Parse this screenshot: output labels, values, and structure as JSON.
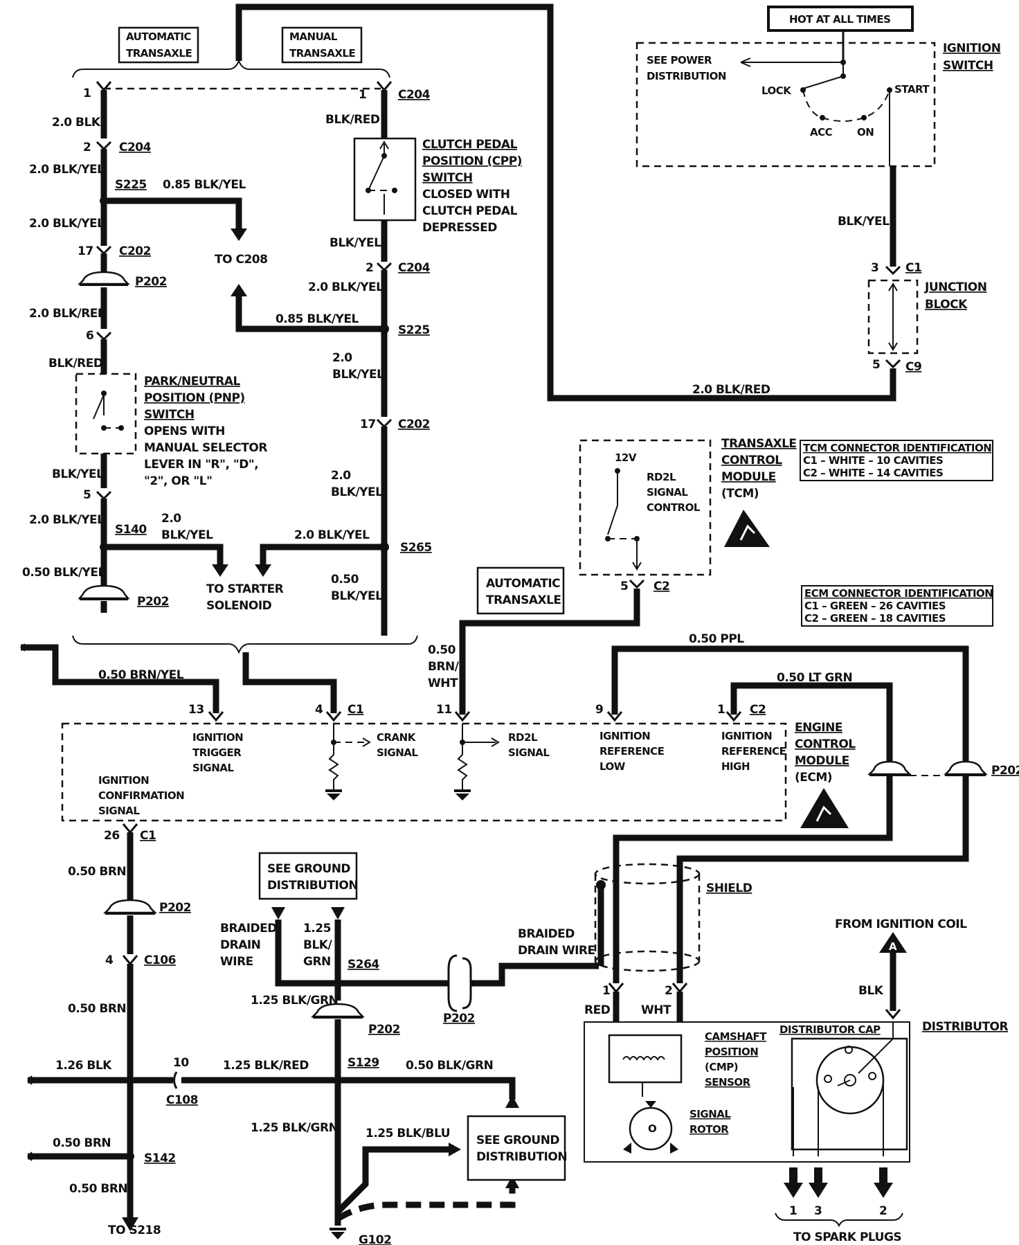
{
  "top": {
    "auto_transaxle": [
      "AUTOMATIC",
      "TRANSAXLE"
    ],
    "manual_transaxle": [
      "MANUAL",
      "TRANSAXLE"
    ],
    "hot_at_all_times": "HOT AT ALL TIMES"
  },
  "ignition_switch": {
    "title": [
      "IGNITION",
      "SWITCH"
    ],
    "see_power": [
      "SEE POWER",
      "DISTRIBUTION"
    ],
    "lock": "LOCK",
    "start": "START",
    "acc": "ACC",
    "on": "ON"
  },
  "left_branch": {
    "pin1": "1",
    "wire1": "2.0 BLK",
    "pin2": "2",
    "c204": "C204",
    "wire2": "2.0 BLK/YEL",
    "s225": "S225",
    "tap_wire": "0.85 BLK/YEL",
    "wire3": "2.0 BLK/YEL",
    "pin17": "17",
    "c202": "C202",
    "p202": "P202",
    "to_c208": "TO C208",
    "wire4": "2.0 BLK/RED",
    "pin6": "6",
    "wire5": "BLK/RED",
    "pnp": [
      "PARK/NEUTRAL",
      "POSITION (PNP)",
      "SWITCH"
    ],
    "pnp_note": [
      "OPENS WITH",
      "MANUAL SELECTOR",
      "LEVER IN \"R\", \"D\",",
      "\"2\", OR \"L\""
    ],
    "wire6": "BLK/YEL",
    "pin5": "5",
    "wire7": "2.0 BLK/YEL",
    "s140": "S140",
    "starter_wire": [
      "2.0",
      "BLK/YEL"
    ],
    "wire8": "0.50 BLK/YEL",
    "p202b": "P202",
    "to_starter": [
      "TO STARTER",
      "SOLENOID"
    ]
  },
  "right_branch": {
    "pin1": "1",
    "c204": "C204",
    "wire1": "BLK/RED",
    "cpp": [
      "CLUTCH PEDAL",
      "POSITION (CPP)",
      "SWITCH"
    ],
    "cpp_note": [
      "CLOSED WITH",
      "CLUTCH PEDAL",
      "DEPRESSED"
    ],
    "wire2": "BLK/YEL",
    "pin2": "2",
    "c204b": "C204",
    "wire3": "2.0 BLK/YEL",
    "tap_wire": "0.85 BLK/YEL",
    "s225": "S225",
    "wire4": [
      "2.0",
      "BLK/YEL"
    ],
    "pin17": "17",
    "c202": "C202",
    "wire5": [
      "2.0",
      "BLK/YEL"
    ],
    "starter_wire": "2.0 BLK/YEL",
    "s265": "S265",
    "wire6": [
      "0.50",
      "BLK/YEL"
    ]
  },
  "junction": {
    "wire": "BLK/YEL",
    "pin3": "3",
    "c1": "C1",
    "title": [
      "JUNCTION",
      "BLOCK"
    ],
    "pin5": "5",
    "c9": "C9",
    "bottom_wire": "2.0 BLK/RED"
  },
  "tcm": {
    "v12": "12V",
    "rd2l": [
      "RD2L",
      "SIGNAL",
      "CONTROL"
    ],
    "title": [
      "TRANSAXLE",
      "CONTROL",
      "MODULE",
      "(TCM)"
    ],
    "id_title": "TCM CONNECTOR IDENTIFICATION",
    "id_c1": "C1 – WHITE – 10 CAVITIES",
    "id_c2": "C2 – WHITE – 14 CAVITIES",
    "pin5": "5",
    "c2": "C2",
    "auto_box": [
      "AUTOMATIC",
      "TRANSAXLE"
    ]
  },
  "ecm": {
    "id_title": "ECM CONNECTOR IDENTIFICATION",
    "id_c1": "C1 – GREEN – 26 CAVITIES",
    "id_c2": "C2 – GREEN – 18 CAVITIES",
    "title": [
      "ENGINE",
      "CONTROL",
      "MODULE",
      "(ECM)"
    ],
    "wire_brn_yel": "0.50 BRN/YEL",
    "pin13": "13",
    "pin4": "4",
    "c1": "C1",
    "rd2l_wire": [
      "0.50",
      "BRN/",
      "WHT"
    ],
    "pin11": "11",
    "ppl": "0.50 PPL",
    "pin9": "9",
    "lt_grn": "0.50 LT GRN",
    "pin1": "1",
    "c2": "C2",
    "ign_trigger": [
      "IGNITION",
      "TRIGGER",
      "SIGNAL"
    ],
    "crank": [
      "CRANK",
      "SIGNAL"
    ],
    "rd2l_sig": [
      "RD2L",
      "SIGNAL"
    ],
    "ref_low": [
      "IGNITION",
      "REFERENCE",
      "LOW"
    ],
    "ref_high": [
      "IGNITION",
      "REFERENCE",
      "HIGH"
    ],
    "confirm": [
      "IGNITION",
      "CONFIRMATION",
      "SIGNAL"
    ],
    "p202": "P202"
  },
  "lower_left": {
    "pin26": "26",
    "c1": "C1",
    "w1": "0.50 BRN",
    "p202": "P202",
    "pin4": "4",
    "c106": "C106",
    "w2": "0.50 BRN",
    "w3": "1.26 BLK",
    "pin10": "10",
    "c108": "C108",
    "w4": "1.25 BLK/RED",
    "w5": "0.50 BRN",
    "s142": "S142",
    "w6": "0.50 BRN",
    "to_s218": "TO S218"
  },
  "ground": {
    "see_ground_1": [
      "SEE GROUND",
      "DISTRIBUTION"
    ],
    "braided": [
      "BRAIDED",
      "DRAIN",
      "WIRE"
    ],
    "w1": [
      "1.25",
      "BLK/",
      "GRN"
    ],
    "s264": "S264",
    "w2": "1.25 BLK/GRN",
    "p202": "P202",
    "s129": "S129",
    "w3": "0.50 BLK/GRN",
    "w4": "1.25 BLK/GRN",
    "w5": "1.25 BLK/BLU",
    "see_ground_2": [
      "SEE GROUND",
      "DISTRIBUTION"
    ],
    "g102": "G102",
    "braided2": [
      "BRAIDED",
      "DRAIN WIRE"
    ],
    "p202b": "P202"
  },
  "distributor": {
    "shield": "SHIELD",
    "from_coil": "FROM IGNITION COIL",
    "a": "A",
    "blk": "BLK",
    "title": "DISTRIBUTOR",
    "pin1": "1",
    "pin2": "2",
    "red": "RED",
    "wht": "WHT",
    "cmp": [
      "CAMSHAFT",
      "POSITION",
      "(CMP)",
      "SENSOR"
    ],
    "cap": "DISTRIBUTOR CAP",
    "rotor": [
      "SIGNAL",
      "ROTOR"
    ],
    "plugs": [
      "1",
      "3",
      "2"
    ],
    "to_plugs": "TO SPARK PLUGS"
  }
}
